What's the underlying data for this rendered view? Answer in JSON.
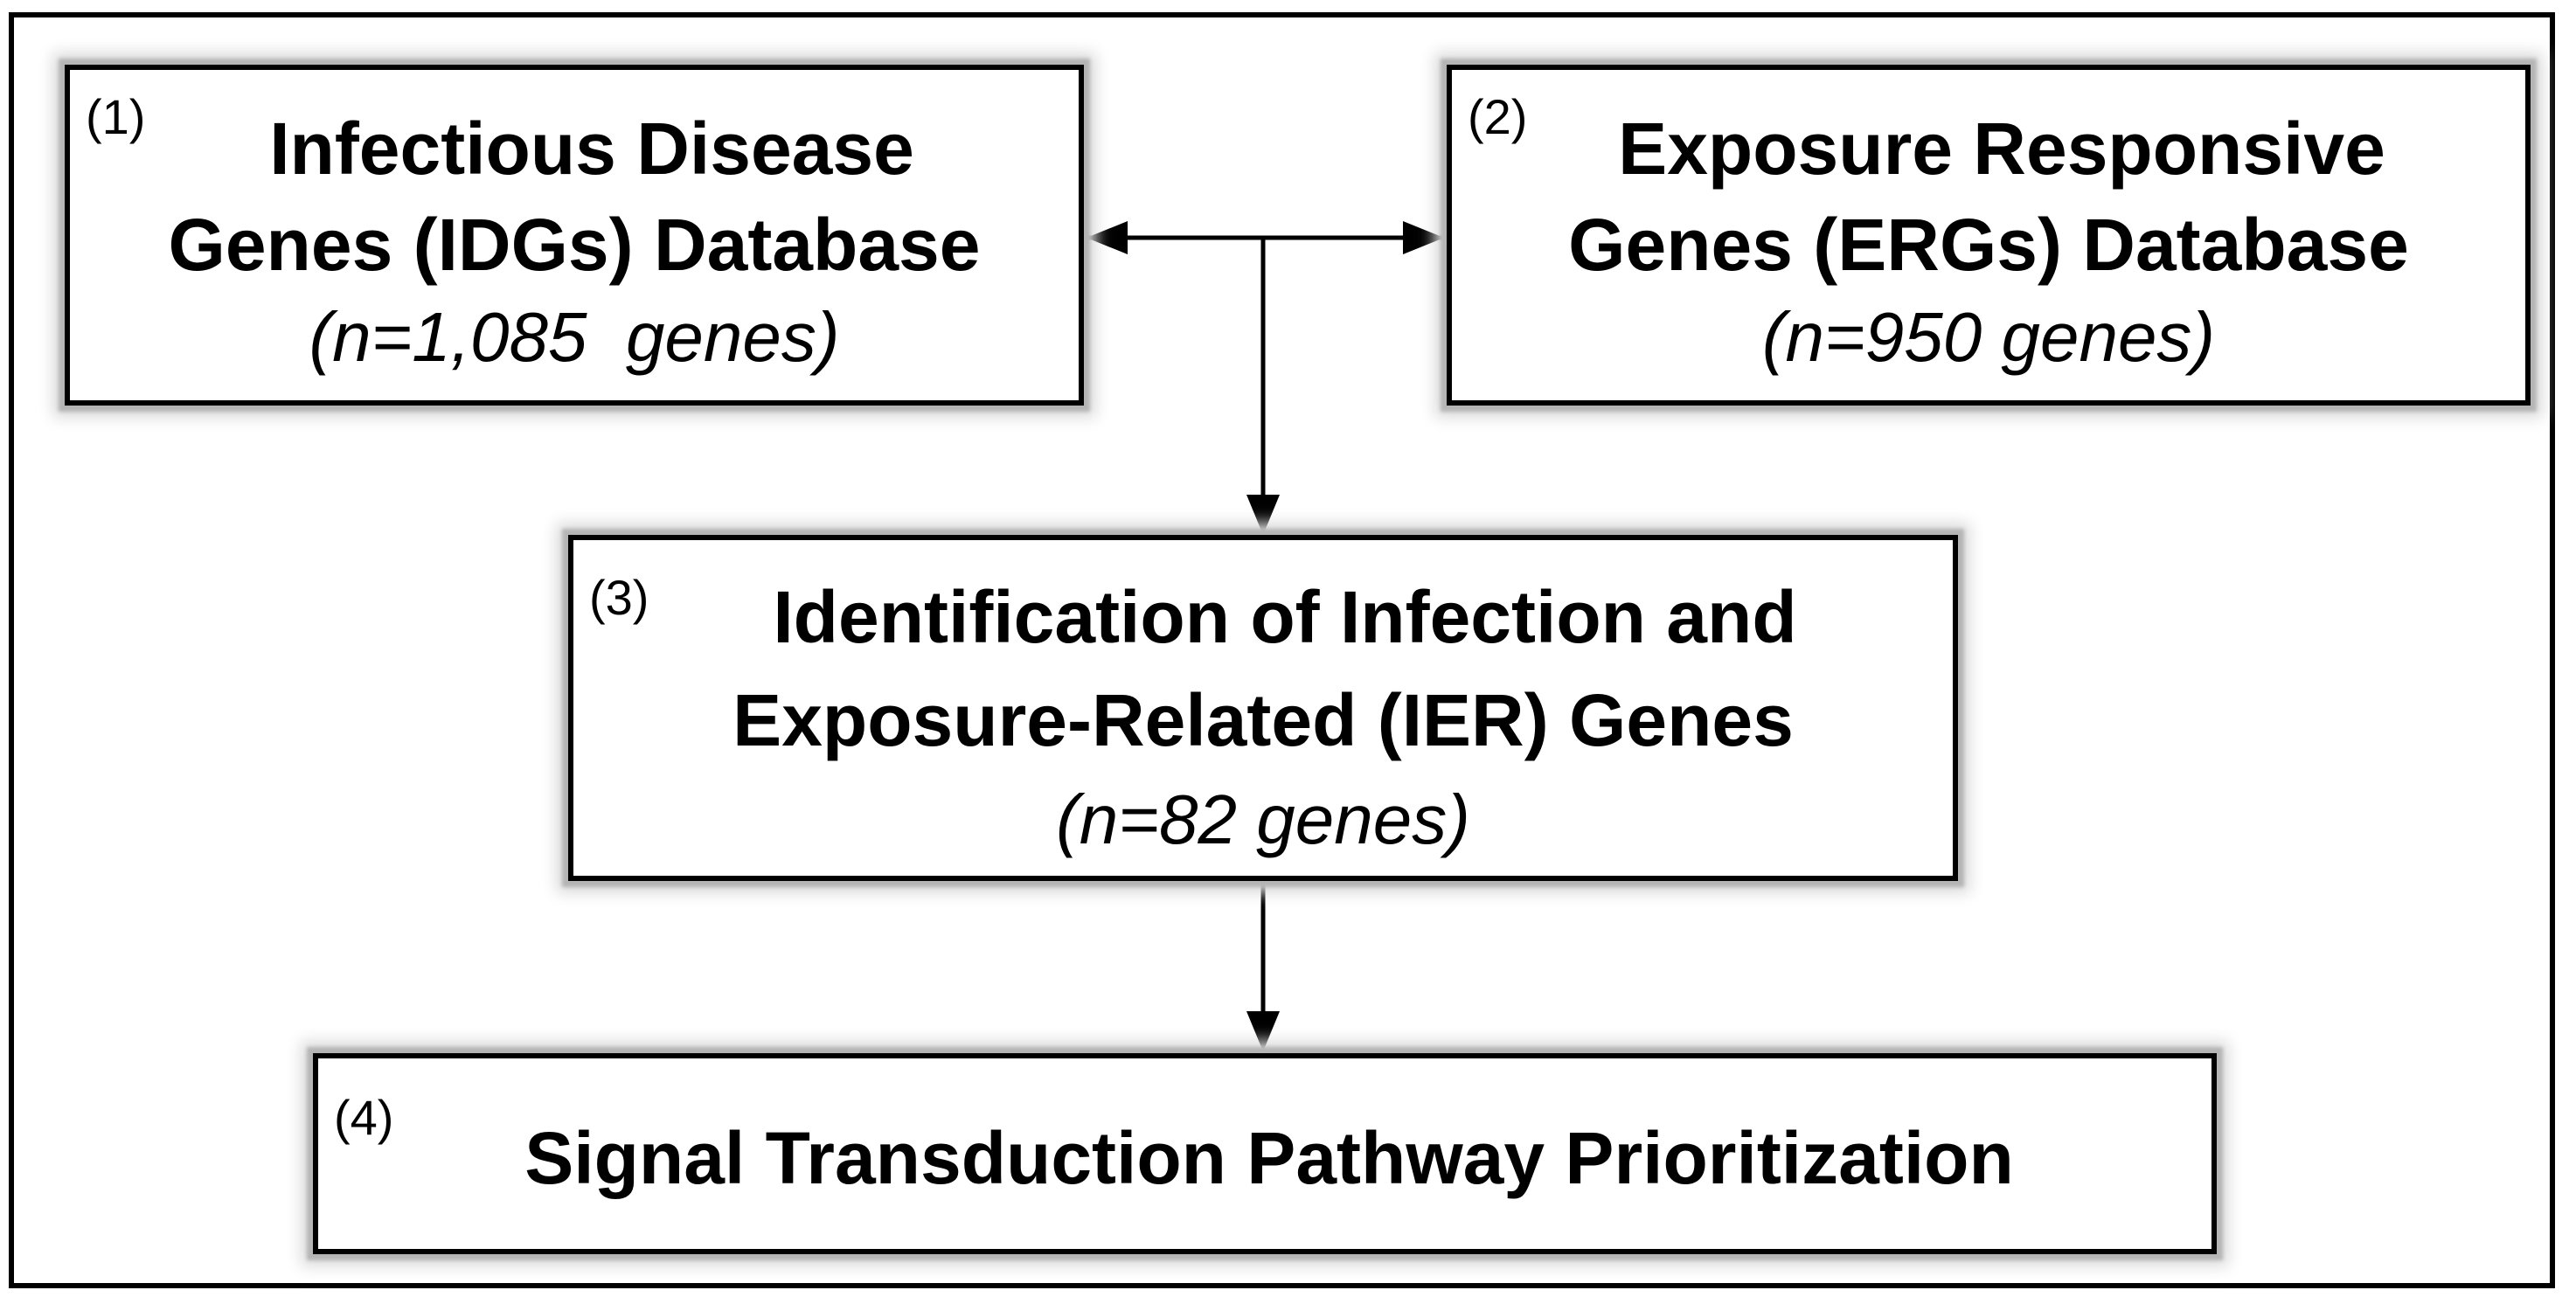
{
  "boxes": {
    "idg": {
      "number": "(1)",
      "title_line1": "Infectious Disease",
      "title_line2": "Genes (IDGs) Database",
      "count": "(n=1,085  genes)"
    },
    "erg": {
      "number": "(2)",
      "title_line1": "Exposure Responsive",
      "title_line2": "Genes (ERGs) Database",
      "count": "(n=950 genes)"
    },
    "ier": {
      "number": "(3)",
      "title_line1": "Identification of Infection and",
      "title_line2": "Exposure-Related (IER) Genes",
      "count": "(n=82 genes)"
    },
    "stp": {
      "number": "(4)",
      "title_line1": "Signal Transduction Pathway Prioritization"
    }
  },
  "connectors": [
    {
      "from": "idg",
      "to": "erg",
      "style": "double-headed-arrow"
    },
    {
      "from": "idg-erg-link",
      "to": "ier",
      "style": "arrow"
    },
    {
      "from": "ier",
      "to": "stp",
      "style": "arrow"
    }
  ]
}
